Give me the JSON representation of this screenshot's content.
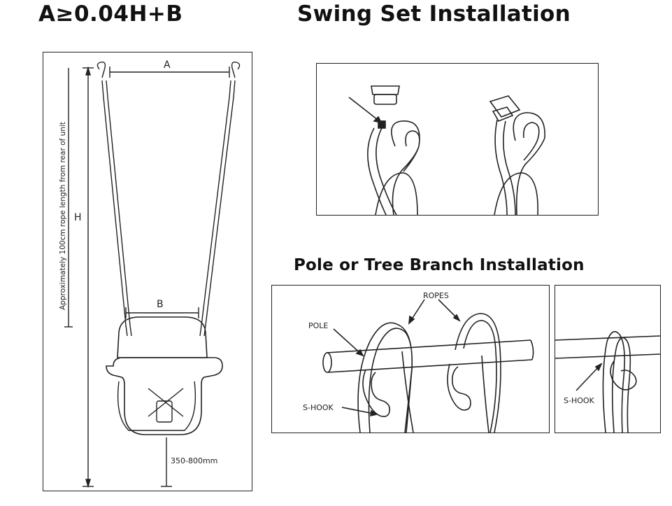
{
  "header": {
    "formula": "A≥0.04H+B",
    "title": "Swing Set Installation"
  },
  "left_diagram": {
    "label_a": "A",
    "label_b": "B",
    "label_h": "H",
    "rope_note": "Approximately 100cm rope length from rear of unit",
    "ground_clearance": "350-800mm"
  },
  "pole_section": {
    "title": "Pole or Tree Branch Installation",
    "label_ropes": "ROPES",
    "label_pole": "POLE",
    "label_shook": "S-HOOK"
  },
  "branch_panel": {
    "label_shook": "S-HOOK"
  }
}
